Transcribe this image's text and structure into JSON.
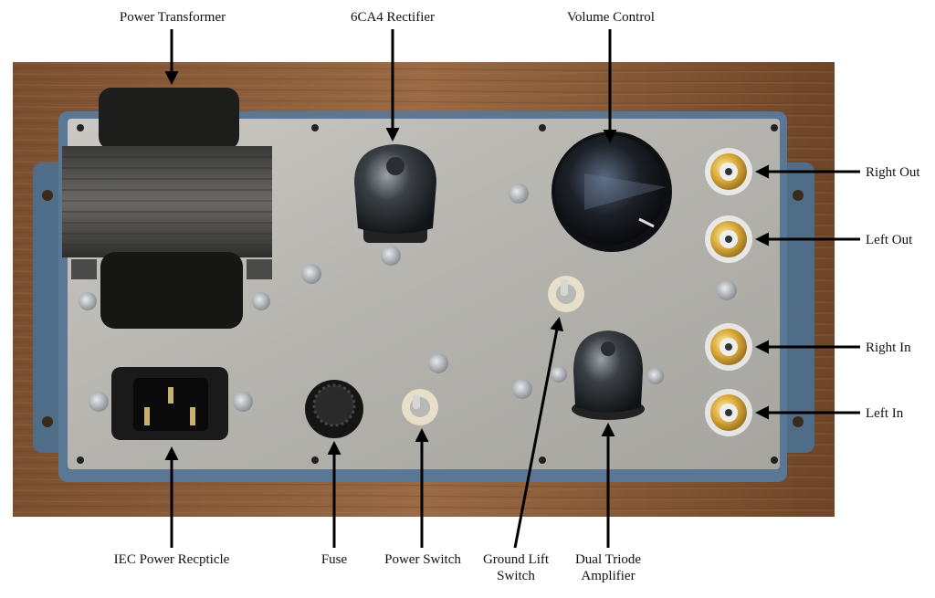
{
  "labels": {
    "power_transformer": "Power Transformer",
    "rectifier": "6CA4 Rectifier",
    "volume_control": "Volume Control",
    "right_out": "Right Out",
    "left_out": "Left Out",
    "right_in": "Right In",
    "left_in": "Left In",
    "iec": "IEC Power Recpticle",
    "fuse": "Fuse",
    "power_switch": "Power Switch",
    "ground_lift_line1": "Ground Lift",
    "ground_lift_line2": "Switch",
    "dual_triode_line1": "Dual Triode",
    "dual_triode_line2": "Amplifier"
  },
  "colors": {
    "wood": "#8b5e3c",
    "enclosure": "#5a7896",
    "plate": "#b9b8b3",
    "arrow": "#000000",
    "rca_gold": "#d9a93a"
  }
}
